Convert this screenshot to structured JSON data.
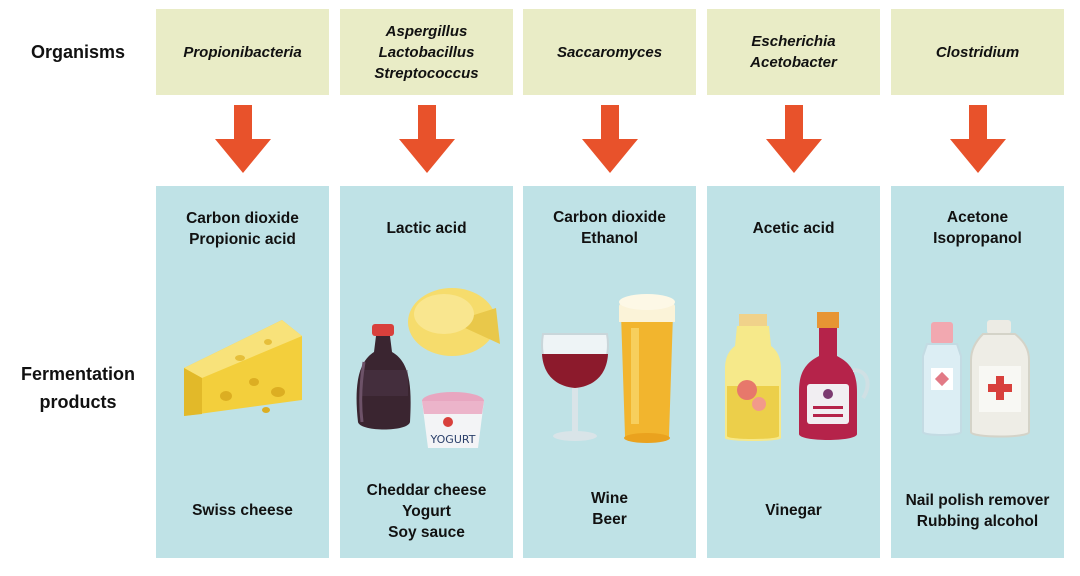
{
  "row_labels": {
    "organisms": "Organisms",
    "fermentation_line1": "Fermentation",
    "fermentation_line2": "products"
  },
  "columns": [
    {
      "organisms": [
        "Propionibacteria"
      ],
      "products": [
        "Carbon dioxide",
        "Propionic acid"
      ],
      "foods": [
        "Swiss cheese"
      ],
      "illustration_icons": [
        "swiss-cheese-icon"
      ]
    },
    {
      "organisms": [
        "Aspergillus",
        "Lactobacillus",
        "Streptococcus"
      ],
      "products": [
        "Lactic acid"
      ],
      "foods": [
        "Cheddar cheese",
        "Yogurt",
        "Soy sauce"
      ],
      "illustration_icons": [
        "soy-sauce-bottle-icon",
        "cheddar-cheese-icon",
        "yogurt-cup-icon"
      ],
      "yogurt_label": "YOGURT"
    },
    {
      "organisms": [
        "Saccaromyces"
      ],
      "products": [
        "Carbon dioxide",
        "Ethanol"
      ],
      "foods": [
        "Wine",
        "Beer"
      ],
      "illustration_icons": [
        "wine-glass-icon",
        "beer-glass-icon"
      ]
    },
    {
      "organisms": [
        "Escherichia",
        "Acetobacter"
      ],
      "products": [
        "Acetic acid"
      ],
      "foods": [
        "Vinegar"
      ],
      "illustration_icons": [
        "apple-vinegar-bottle-icon",
        "wine-vinegar-bottle-icon"
      ]
    },
    {
      "organisms": [
        "Clostridium"
      ],
      "products": [
        "Acetone",
        "Isopropanol"
      ],
      "foods": [
        "Nail polish remover",
        "Rubbing alcohol"
      ],
      "illustration_icons": [
        "nail-polish-remover-bottle-icon",
        "rubbing-alcohol-bottle-icon"
      ]
    }
  ],
  "colors": {
    "organism_box": "#e9ecc6",
    "product_box": "#bfe2e6",
    "arrow": "#e8522b"
  }
}
